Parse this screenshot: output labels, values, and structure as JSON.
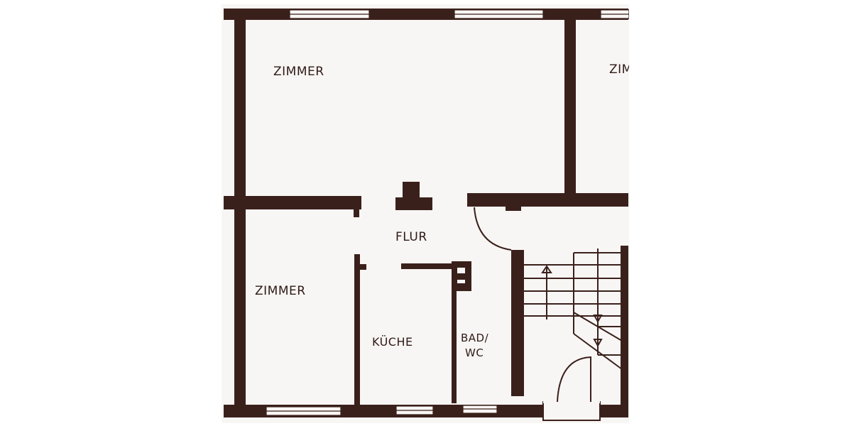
{
  "colors": {
    "wall": "#3a201b",
    "paper": "#f8f6f4",
    "background": "#ffffff"
  },
  "rooms": {
    "room_top_left": "ZIMMER",
    "room_top_right": "ZIMMER",
    "hallway": "FLUR",
    "room_bottom_left": "ZIMMER",
    "kitchen": "KÜCHE",
    "bathroom_line1": "BAD/",
    "bathroom_line2": "WC"
  }
}
